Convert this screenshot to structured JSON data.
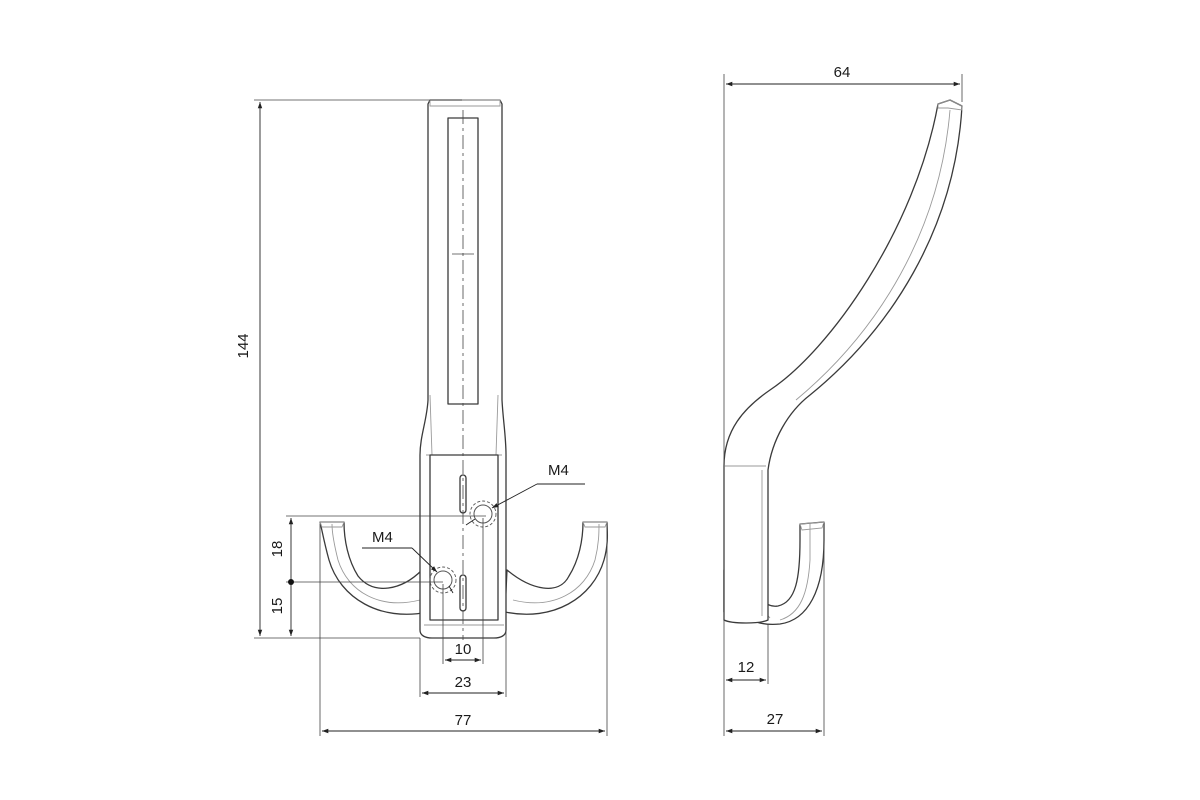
{
  "dimensions": {
    "front": {
      "height": "144",
      "upper_hole_offset": "18",
      "lower_hole_offset": "15",
      "hole_spacing": "10",
      "base_width": "23",
      "total_width": "77",
      "upper_thread": "M4",
      "lower_thread": "M4"
    },
    "side": {
      "depth": "64",
      "base_depth": "27",
      "plate_thickness": "12"
    }
  },
  "colors": {
    "line": "#3a3a3a",
    "fill": "#ffffff",
    "dimension": "#222222"
  }
}
